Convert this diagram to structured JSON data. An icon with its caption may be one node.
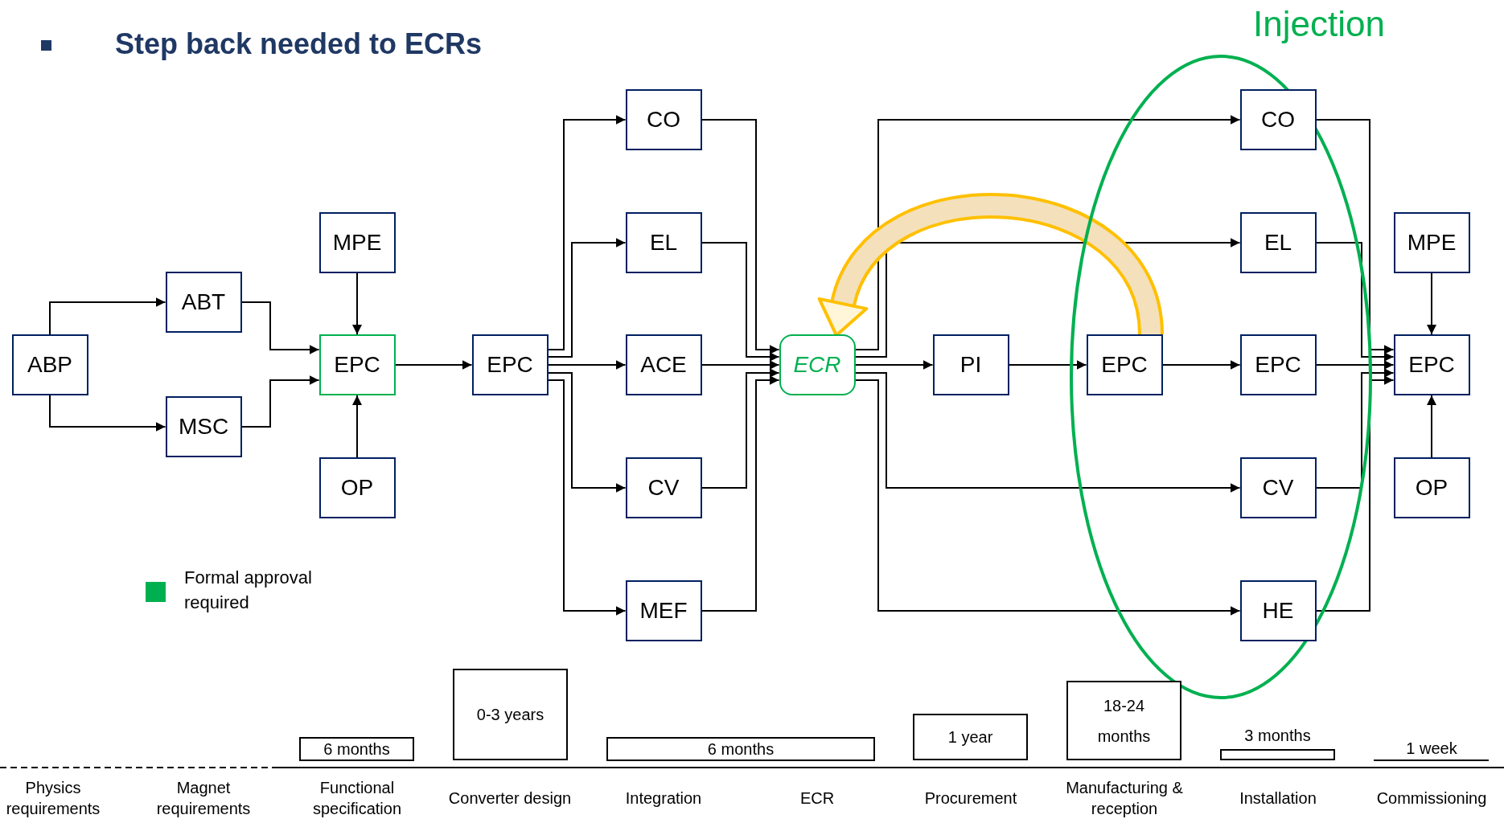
{
  "diagram": {
    "title": "Step back needed to ECRs",
    "nodes": [
      {
        "text": [
          "ABP"
        ]
      },
      {
        "text": [
          "ABT"
        ]
      },
      {
        "text": [
          "MSC"
        ]
      },
      {
        "text": [
          "MPE"
        ]
      },
      {
        "text": [
          "EPC"
        ]
      },
      {
        "text": [
          "OP"
        ]
      },
      {
        "text": [
          "EPC"
        ]
      },
      {
        "text": [
          "CO"
        ]
      },
      {
        "text": [
          "EL"
        ]
      },
      {
        "text": [
          "ACE"
        ]
      },
      {
        "text": [
          "CV"
        ]
      },
      {
        "text": [
          "MEF"
        ]
      },
      {
        "text": [
          "ECR"
        ]
      },
      {
        "text": [
          "PI"
        ]
      },
      {
        "text": [
          "EPC"
        ]
      },
      {
        "text": [
          "CO"
        ]
      },
      {
        "text": [
          "EL"
        ]
      },
      {
        "text": [
          "EPC"
        ]
      },
      {
        "text": [
          "CV"
        ]
      },
      {
        "text": [
          "HE"
        ]
      },
      {
        "text": [
          "MPE"
        ]
      },
      {
        "text": [
          "EPC"
        ]
      },
      {
        "text": [
          "OP"
        ]
      },
      {
        "text": [
          "6 months"
        ]
      },
      {
        "text": [
          "0-3 years"
        ]
      },
      {
        "text": [
          "6 months"
        ]
      },
      {
        "text": [
          "1 year"
        ]
      },
      {
        "text": [
          "18-24 months"
        ]
      },
      {
        "text": [
          "3 months"
        ]
      }
    ],
    "edges": [
      {
        "from": 0,
        "to": 1,
        "arrow": "to"
      },
      {
        "from": 0,
        "to": 2,
        "arrow": "to"
      },
      {
        "from": 1,
        "to": 4,
        "arrow": "to"
      },
      {
        "from": 2,
        "to": 4,
        "arrow": "to"
      },
      {
        "from": 3,
        "to": 4,
        "arrow": "to"
      },
      {
        "from": 5,
        "to": 4,
        "arrow": "to"
      },
      {
        "from": 4,
        "to": 6,
        "arrow": "to"
      },
      {
        "from": 6,
        "to": 7,
        "arrow": "to"
      },
      {
        "from": 6,
        "to": 8,
        "arrow": "to"
      },
      {
        "from": 6,
        "to": 9,
        "arrow": "to"
      },
      {
        "from": 6,
        "to": 10,
        "arrow": "to"
      },
      {
        "from": 6,
        "to": 11,
        "arrow": "to"
      },
      {
        "from": 7,
        "to": 12,
        "arrow": "to"
      },
      {
        "from": 8,
        "to": 12,
        "arrow": "to"
      },
      {
        "from": 9,
        "to": 12,
        "arrow": "to"
      },
      {
        "from": 10,
        "to": 12,
        "arrow": "to"
      },
      {
        "from": 11,
        "to": 12,
        "arrow": "to"
      },
      {
        "from": 12,
        "to": 15,
        "arrow": "to"
      },
      {
        "from": 12,
        "to": 16,
        "arrow": "to"
      },
      {
        "from": 12,
        "to": 13,
        "arrow": "to"
      },
      {
        "from": 12,
        "to": 18,
        "arrow": "to"
      },
      {
        "from": 12,
        "to": 19,
        "arrow": "to"
      },
      {
        "from": 13,
        "to": 14,
        "arrow": "to"
      },
      {
        "from": 14,
        "to": 17,
        "arrow": "to"
      },
      {
        "from": 15,
        "to": 21,
        "arrow": "to"
      },
      {
        "from": 16,
        "to": 21,
        "arrow": "to"
      },
      {
        "from": 17,
        "to": 21,
        "arrow": "to"
      },
      {
        "from": 18,
        "to": 21,
        "arrow": "to"
      },
      {
        "from": 19,
        "to": 21,
        "arrow": "to"
      },
      {
        "from": 20,
        "to": 21,
        "arrow": "to"
      },
      {
        "from": 22,
        "to": 21,
        "arrow": "to"
      },
      {
        "from": 14,
        "to": 12,
        "arrow": "to",
        "style": "thick",
        "color": "#ffc000"
      }
    ],
    "labels": [
      "Injection",
      "1 week",
      "Physics requirements",
      "Magnet requirements",
      "Functional specification",
      "Converter design",
      "Integration",
      "ECR",
      "Procurement",
      "Manufacturing & reception",
      "Installation",
      "Commissioning"
    ],
    "legend": [
      {
        "text": "Formal approval required",
        "color": "#00b050"
      }
    ]
  }
}
